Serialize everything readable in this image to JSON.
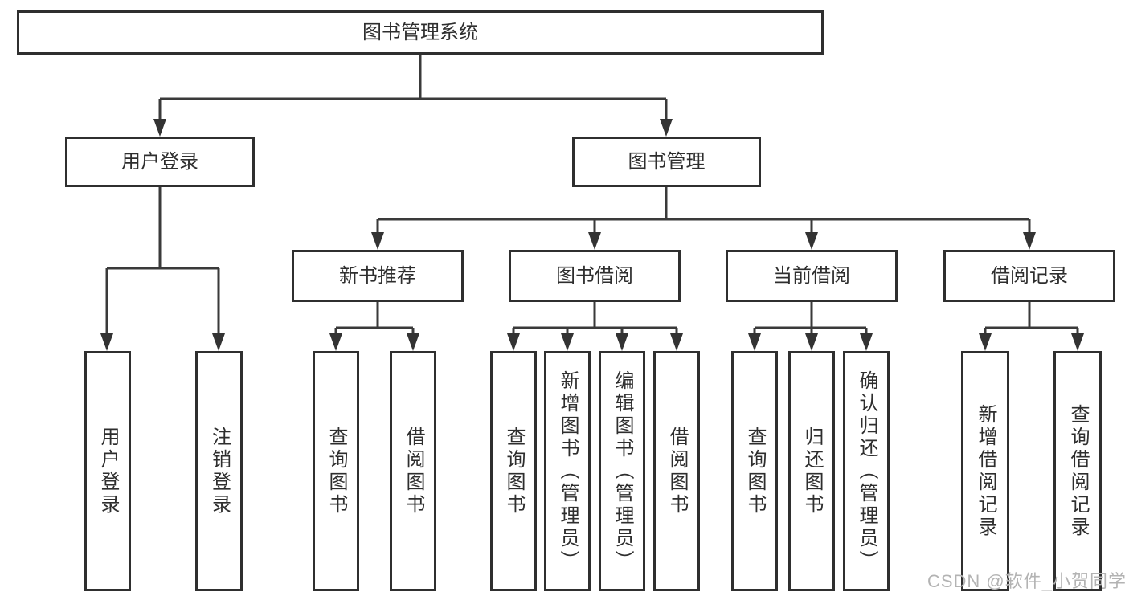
{
  "tree": {
    "root": {
      "label": "图书管理系统"
    },
    "branches": [
      {
        "label": "用户登录",
        "children": [
          {
            "label": "用户登录"
          },
          {
            "label": "注销登录"
          }
        ]
      },
      {
        "label": "图书管理",
        "children": [
          {
            "label": "新书推荐",
            "children": [
              {
                "label": "查询图书"
              },
              {
                "label": "借阅图书"
              }
            ]
          },
          {
            "label": "图书借阅",
            "children": [
              {
                "label": "查询图书"
              },
              {
                "label": "新增图书（管理员）"
              },
              {
                "label": "编辑图书（管理员）"
              },
              {
                "label": "借阅图书"
              }
            ]
          },
          {
            "label": "当前借阅",
            "children": [
              {
                "label": "查询图书"
              },
              {
                "label": "归还图书"
              },
              {
                "label": "确认归还（管理员）"
              }
            ]
          },
          {
            "label": "借阅记录",
            "children": [
              {
                "label": "新增借阅记录"
              },
              {
                "label": "查询借阅记录"
              }
            ]
          }
        ]
      }
    ]
  },
  "watermark": {
    "text": "CSDN @软件_小贺同学"
  },
  "colors": {
    "background": "#ffffff",
    "box_border": "#2f2f2f",
    "connector_line": "#3a3a3a",
    "text": "#2e2e2e",
    "watermark": "#b3b3b3"
  }
}
